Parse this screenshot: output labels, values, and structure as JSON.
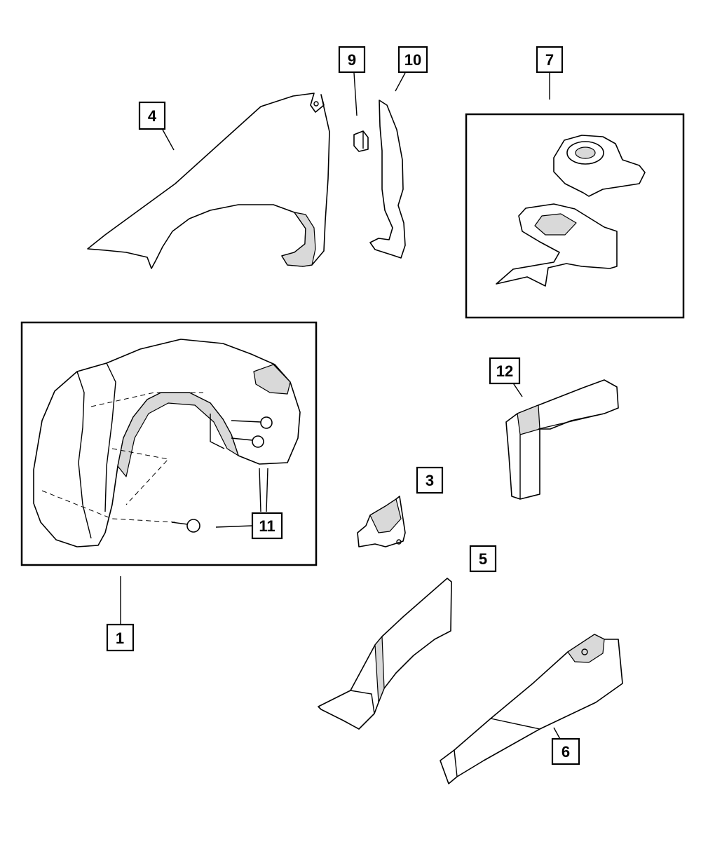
{
  "callouts": {
    "c1": "1",
    "c3": "3",
    "c4": "4",
    "c5": "5",
    "c6": "6",
    "c7": "7",
    "c9": "9",
    "c10": "10",
    "c11": "11",
    "c12": "12"
  }
}
